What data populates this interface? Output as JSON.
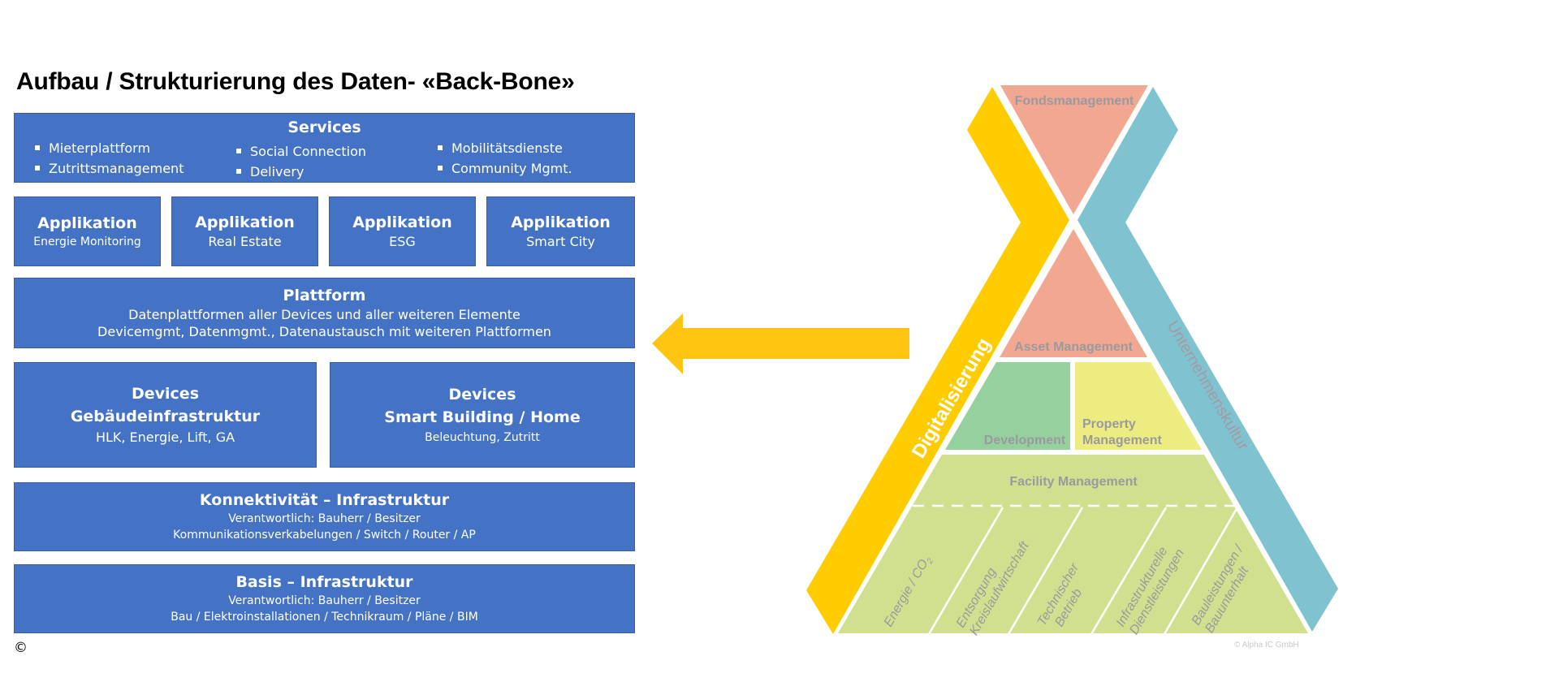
{
  "title": "Aufbau / Strukturierung des Daten- «Back-Bone»",
  "colors": {
    "box_blue": "#4472c4",
    "arrow_yellow": "#ffc510",
    "band_yellow": "#ffcc00",
    "band_teal": "#7fc3d0",
    "salmon": "#f2a890",
    "development_green": "#95d09e",
    "property_yellow": "#ecec80",
    "facility_green": "#d1e08f",
    "label_gray": "#9a9a9e"
  },
  "stack": {
    "services": {
      "title": "Services",
      "columns": [
        [
          "Mieterplattform",
          "Zutrittsmanagement"
        ],
        [
          "Social Connection",
          "Delivery"
        ],
        [
          "Mobilitätsdienste",
          "Community Mgmt."
        ]
      ]
    },
    "applications": [
      {
        "title": "Applikation",
        "subtitle": "Energie Monitoring"
      },
      {
        "title": "Applikation",
        "subtitle": "Real Estate"
      },
      {
        "title": "Applikation",
        "subtitle": "ESG"
      },
      {
        "title": "Applikation",
        "subtitle": "Smart City"
      }
    ],
    "platform": {
      "title": "Plattform",
      "lines": [
        "Datenplattformen aller Devices und aller weiteren Elemente",
        "Devicemgmt, Datenmgmt., Datenaustausch mit weiteren Plattformen"
      ]
    },
    "devices": [
      {
        "title": "Devices",
        "subtitle": "Gebäudeinfrastruktur",
        "detail": "HLK, Energie, Lift, GA"
      },
      {
        "title": "Devices",
        "subtitle": "Smart Building / Home",
        "detail": "Beleuchtung, Zutritt"
      }
    ],
    "connectivity": {
      "title": "Konnektivität – Infrastruktur",
      "lines": [
        "Verantwortlich: Bauherr / Besitzer",
        "Kommunikationsverkabelungen / Switch / Router / AP"
      ]
    },
    "base": {
      "title": "Basis – Infrastruktur",
      "lines": [
        "Verantwortlich: Bauherr / Besitzer",
        "Bau / Elektroinstallationen / Technikraum / Pläne / BIM"
      ]
    },
    "copyright": "©"
  },
  "arrow": {
    "direction": "left",
    "icon": "arrow-left-icon"
  },
  "pyramid": {
    "top": "Fondsmanagement",
    "asset": "Asset Management",
    "development": "Development",
    "property": [
      "Property",
      "Management"
    ],
    "facility": "Facility Management",
    "facility_items": [
      [
        "Energie / CO",
        "2"
      ],
      [
        "Entsorgung",
        "Kreislaufwirtschaft"
      ],
      [
        "Technischer",
        "Betrieb"
      ],
      [
        "Infrastrukturelle",
        "Dienstleistungen"
      ],
      [
        "Bauleistungen /",
        "Bauunterhalt"
      ]
    ],
    "left_band": "Digitalisierung",
    "right_band": "Unternehmenskultur",
    "copyright": "© Alpha IC GmbH"
  }
}
